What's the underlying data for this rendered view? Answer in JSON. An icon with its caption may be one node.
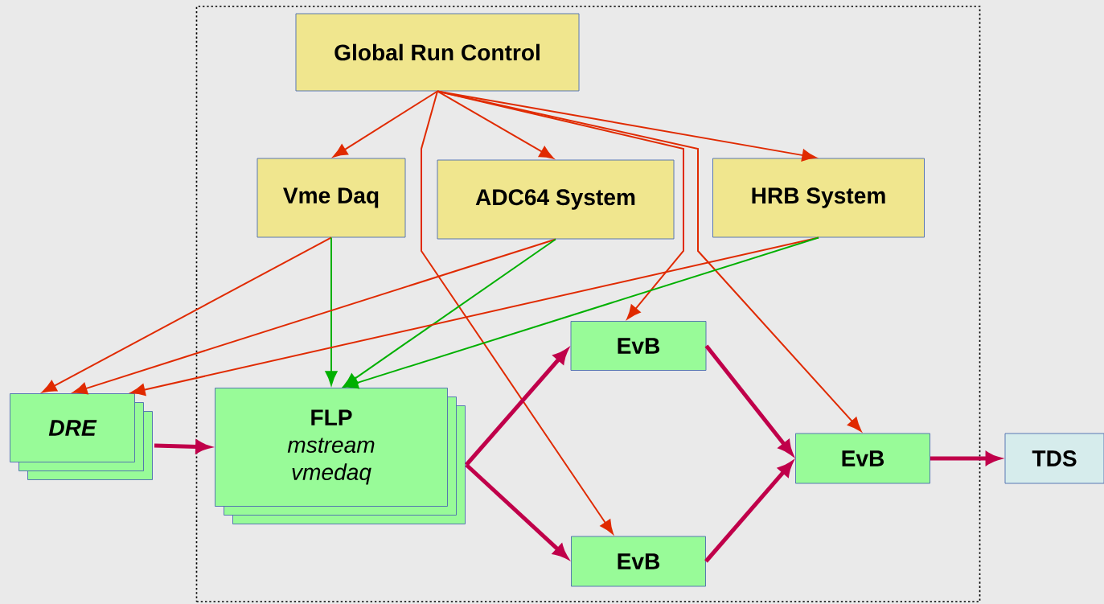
{
  "diagram": {
    "nodes": [
      {
        "text": [],
        "shape": "box"
      },
      {
        "text": [
          "Global Run Control"
        ],
        "in": 0
      },
      {
        "text": [
          "Vme Daq"
        ],
        "in": 0
      },
      {
        "text": [
          "ADC64 System"
        ],
        "in": 0
      },
      {
        "text": [
          "HRB System"
        ],
        "in": 0
      },
      {
        "text": [
          "DRE"
        ]
      },
      {
        "text": [
          "FLP",
          "mstream vmedaq"
        ],
        "in": 0
      },
      {
        "text": [
          "EvB"
        ],
        "in": 0
      },
      {
        "text": [
          "EvB"
        ],
        "in": 0
      },
      {
        "text": [
          "EvB"
        ],
        "in": 0
      },
      {
        "text": [
          "TDS"
        ]
      }
    ],
    "edges": [
      {
        "from": 1,
        "to": 2,
        "arrow": "to"
      },
      {
        "from": 1,
        "to": 3,
        "arrow": "to"
      },
      {
        "from": 1,
        "to": 4,
        "arrow": "to"
      },
      {
        "from": 1,
        "to": 7,
        "arrow": "to"
      },
      {
        "from": 1,
        "to": 8,
        "arrow": "to"
      },
      {
        "from": 1,
        "to": 9,
        "arrow": "to"
      },
      {
        "from": 2,
        "to": 5,
        "arrow": "to"
      },
      {
        "from": 2,
        "to": 6,
        "arrow": "to",
        "color": "#00b000"
      },
      {
        "from": 3,
        "to": 5,
        "arrow": "to"
      },
      {
        "from": 3,
        "to": 6,
        "arrow": "to",
        "color": "#00b000"
      },
      {
        "from": 4,
        "to": 5,
        "arrow": "to"
      },
      {
        "from": 4,
        "to": 6,
        "arrow": "to",
        "color": "#00b000"
      },
      {
        "from": 5,
        "to": 6,
        "arrow": "to",
        "style": "thick",
        "color": "#c0004a"
      },
      {
        "from": 6,
        "to": 7,
        "arrow": "to",
        "style": "thick",
        "color": "#c0004a"
      },
      {
        "from": 6,
        "to": 9,
        "arrow": "to",
        "style": "thick",
        "color": "#c0004a"
      },
      {
        "from": 7,
        "to": 8,
        "arrow": "to",
        "style": "thick",
        "color": "#c0004a"
      },
      {
        "from": 9,
        "to": 8,
        "arrow": "to",
        "style": "thick",
        "color": "#c0004a"
      },
      {
        "from": 8,
        "to": 10,
        "arrow": "to",
        "style": "thick",
        "color": "#c0004a"
      }
    ]
  }
}
